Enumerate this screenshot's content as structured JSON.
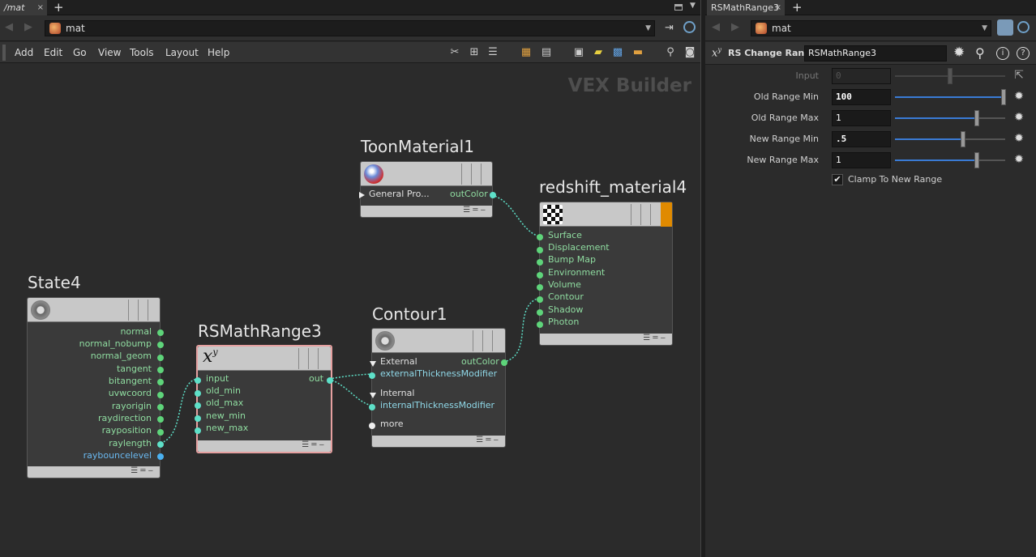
{
  "left_pane": {
    "tab": {
      "label": "/mat",
      "close": "×"
    },
    "new_tab": "+",
    "path": {
      "label": "mat"
    },
    "menu": [
      "Add",
      "Edit",
      "Go",
      "View",
      "Tools",
      "Layout",
      "Help"
    ],
    "context_label": "VEX Builder"
  },
  "nodes": {
    "toon": {
      "name": "ToonMaterial1",
      "input": "General Pro...",
      "output": "outColor"
    },
    "redshift": {
      "name": "redshift_material4",
      "inputs": [
        "Surface",
        "Displacement",
        "Bump Map",
        "Environment",
        "Volume",
        "Contour",
        "Shadow",
        "Photon"
      ]
    },
    "state": {
      "name": "State4",
      "outputs": [
        "normal",
        "normal_nobump",
        "normal_geom",
        "tangent",
        "bitangent",
        "uvwcoord",
        "rayorigin",
        "raydirection",
        "rayposition",
        "raylength",
        "raybouncelevel"
      ]
    },
    "rsmath": {
      "name": "RSMathRange3",
      "inputs": [
        "input",
        "old_min",
        "old_max",
        "new_min",
        "new_max"
      ],
      "output": "out"
    },
    "contour": {
      "name": "Contour1",
      "group1": "External",
      "output": "outColor",
      "input1": "externalThicknessModifier",
      "group2": "Internal",
      "input2": "internalThicknessModifier",
      "more": "more"
    }
  },
  "right_pane": {
    "tab": {
      "label": "RSMathRange3",
      "close": "×"
    },
    "new_tab": "+",
    "path": {
      "label": "mat"
    },
    "node_type": "RS Change Range",
    "node_name": "RSMathRange3",
    "params": [
      {
        "label": "Input",
        "value": "0",
        "disabled": true,
        "slider": 0.5
      },
      {
        "label": "Old Range Min",
        "value": "100",
        "disabled": false,
        "slider": 1.0
      },
      {
        "label": "Old Range Max",
        "value": "1",
        "disabled": false,
        "slider": 0.75
      },
      {
        "label": "New Range Min",
        "value": ".5",
        "disabled": false,
        "slider": 0.62
      },
      {
        "label": "New Range Max",
        "value": "1",
        "disabled": false,
        "slider": 0.75
      }
    ],
    "clamp": {
      "label": "Clamp To New Range",
      "checked": true
    }
  },
  "colors": {
    "port_green": "#5ed47a",
    "wire_cyan": "#5ee0c8",
    "slider_blue": "#3a7bd5",
    "selected_border": "#e5a0a0"
  }
}
